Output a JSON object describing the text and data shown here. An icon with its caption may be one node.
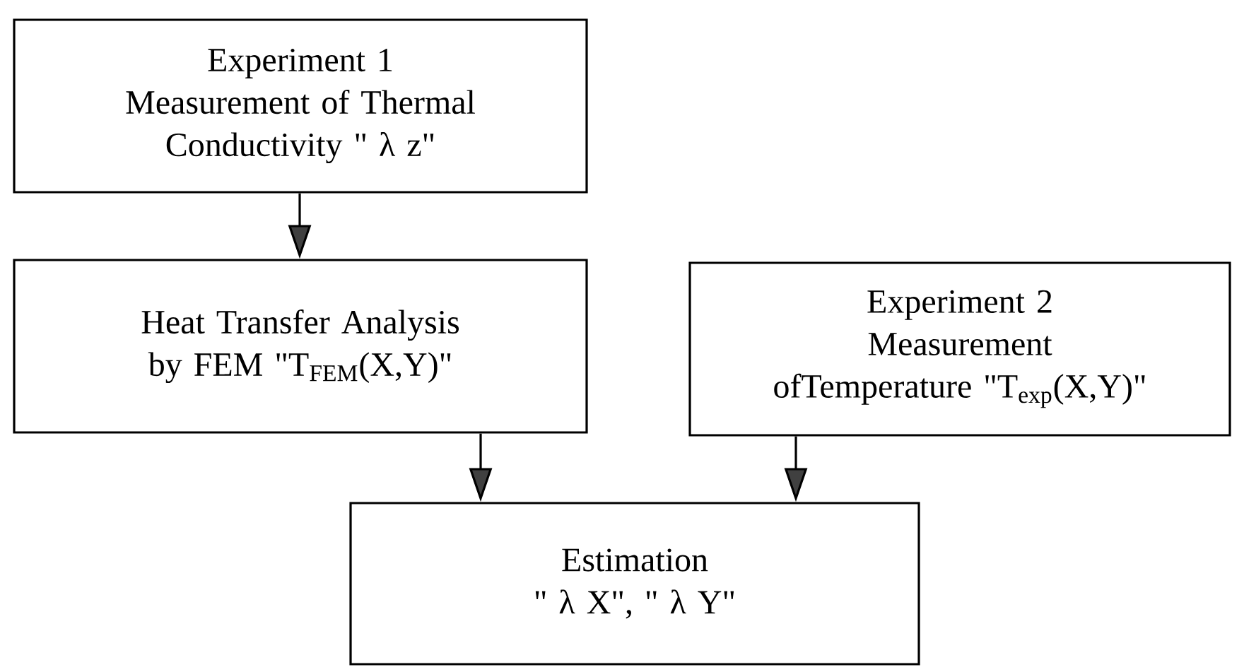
{
  "diagram": {
    "nodes": [
      {
        "text": [
          "Experiment 1",
          "Measurement of Thermal Conductivity \" λ z\""
        ]
      },
      {
        "text": [
          "Heat Transfer Analysis by FEM \"T$_{FEM}$(X,Y)\""
        ]
      },
      {
        "text": [
          "Experiment 2",
          "Measurement ofTemperature \"T$_{exp}$(X,Y)\""
        ]
      },
      {
        "text": [
          "Estimation",
          "\" λ X\", \" λ Y\""
        ]
      }
    ],
    "edges": [
      {
        "from": 0,
        "to": 1,
        "arrow": "to"
      },
      {
        "from": 1,
        "to": 3,
        "arrow": "to"
      },
      {
        "from": 2,
        "to": 3,
        "arrow": "to"
      }
    ]
  }
}
